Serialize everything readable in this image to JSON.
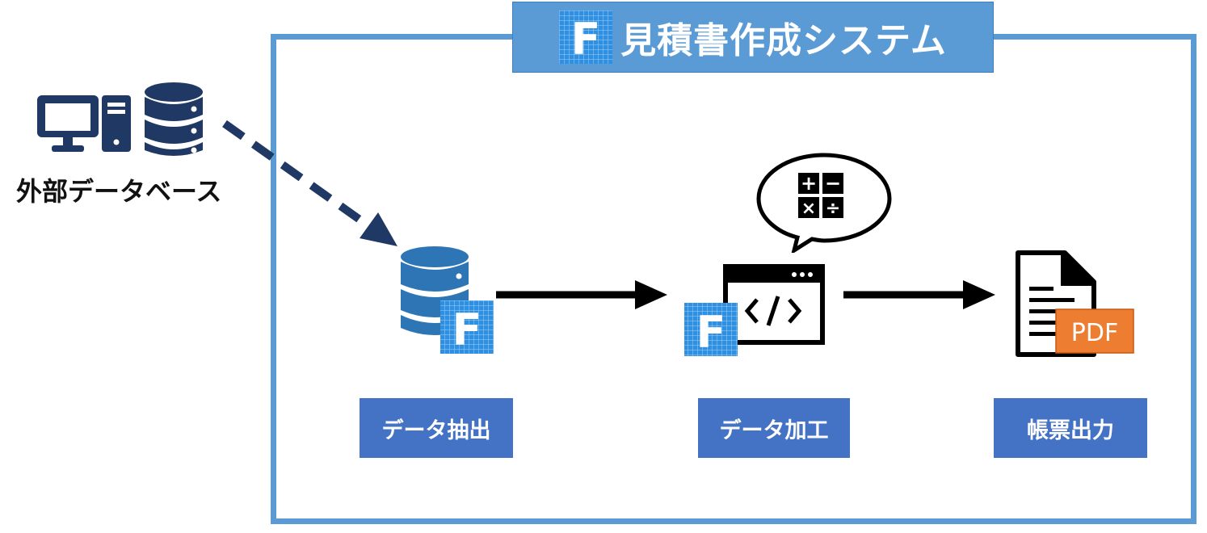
{
  "title": {
    "logo_letter": "F",
    "text": "見積書作成システム"
  },
  "external_db": {
    "label": "外部データベース"
  },
  "steps": [
    {
      "label": "データ抽出",
      "icon": "database-icon",
      "logo_letter": "F"
    },
    {
      "label": "データ加工",
      "icon": "code-window-icon",
      "logo_letter": "F"
    },
    {
      "label": "帳票出力",
      "icon": "document-pdf-icon"
    }
  ],
  "calculator_glyphs": [
    "+",
    "−",
    "×",
    "÷"
  ],
  "pdf_badge": "PDF",
  "colors": {
    "frame": "#5b9bd5",
    "step_label": "#4472c4",
    "navy_icon": "#1f3864",
    "blue_icon": "#2e75b6",
    "logo": "#2f8fe0",
    "pdf": "#ed7d31"
  }
}
